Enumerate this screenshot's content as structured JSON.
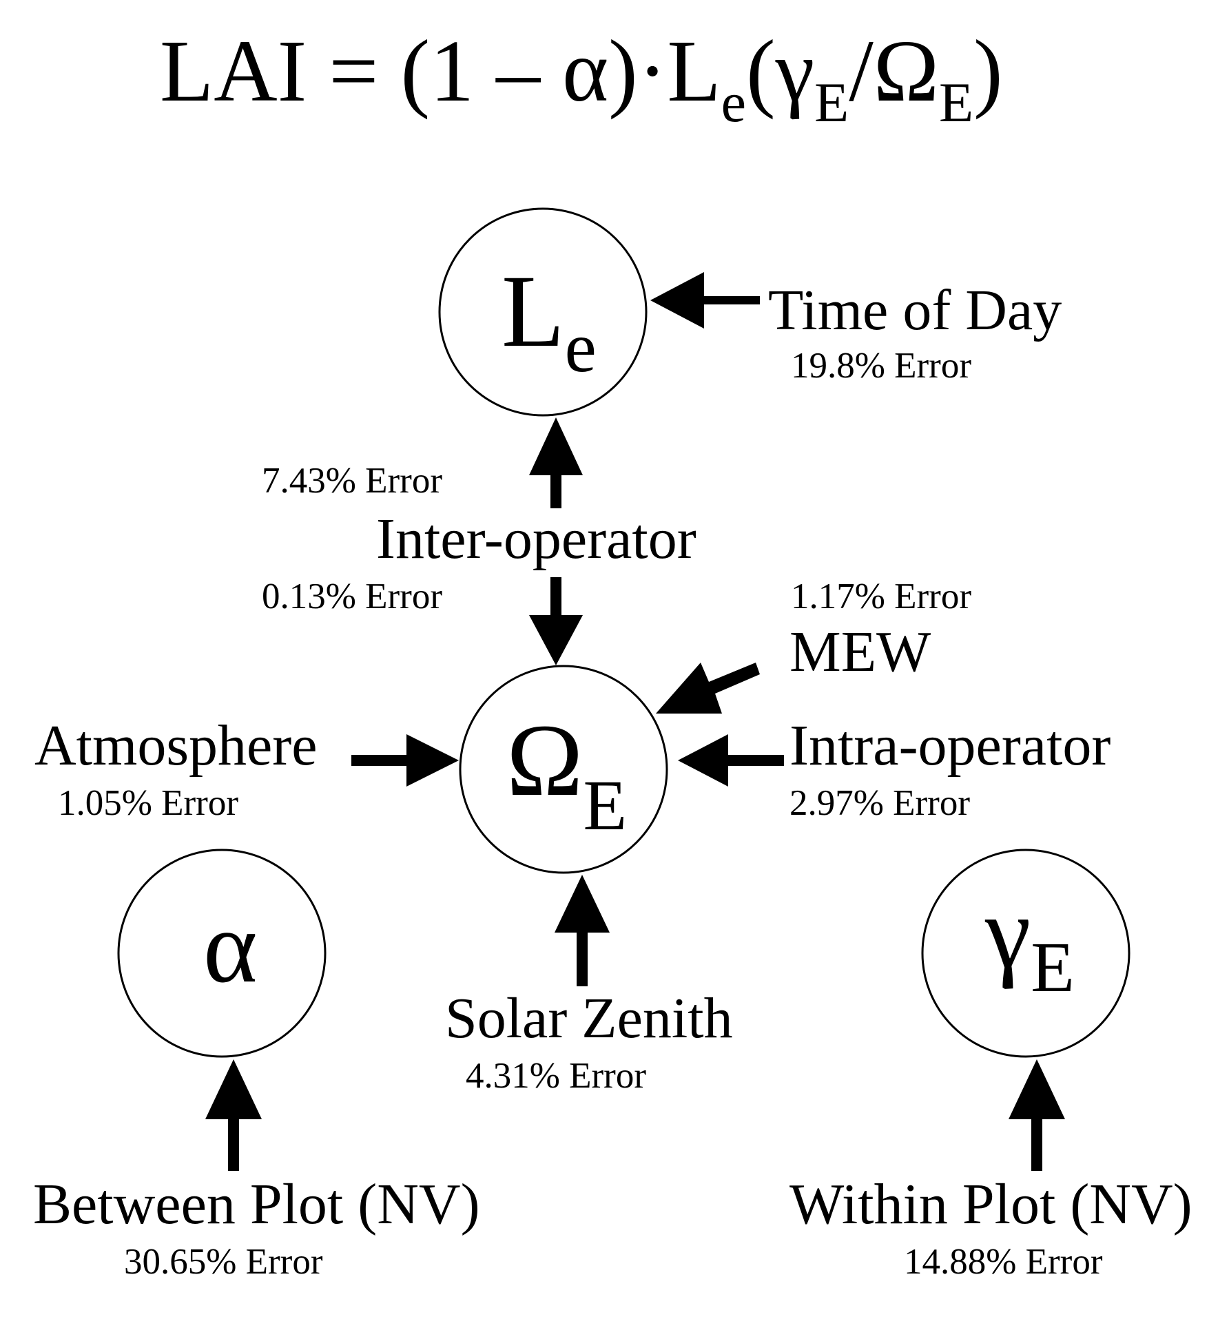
{
  "equation": {
    "lhs": "LAI",
    "eq": "=",
    "part1": "(1 – α)·L",
    "sub_e": "e",
    "part2": "(γ",
    "sub_E1": "E",
    "slash": "/Ω",
    "sub_E2": "E",
    "close": ")"
  },
  "nodes": {
    "le": {
      "main": "L",
      "sub": "e"
    },
    "omega": {
      "main": "Ω",
      "sub": "E"
    },
    "alpha": {
      "main": "α",
      "sub": ""
    },
    "gamma": {
      "main": "γ",
      "sub": "E"
    }
  },
  "factors": {
    "time_of_day": {
      "label": "Time of Day",
      "error": "19.8% Error"
    },
    "inter_operator": {
      "label": "Inter-operator",
      "error_up": "7.43% Error",
      "error_down": "0.13% Error"
    },
    "mew": {
      "label": "MEW",
      "error": "1.17% Error"
    },
    "atmosphere": {
      "label": "Atmosphere",
      "error": "1.05% Error"
    },
    "intra_operator": {
      "label": "Intra-operator",
      "error": "2.97% Error"
    },
    "solar_zenith": {
      "label": "Solar Zenith",
      "error": "4.31% Error"
    },
    "between_plot": {
      "label": "Between Plot (NV)",
      "error": "30.65% Error"
    },
    "within_plot": {
      "label": "Within Plot (NV)",
      "error": "14.88% Error"
    }
  }
}
